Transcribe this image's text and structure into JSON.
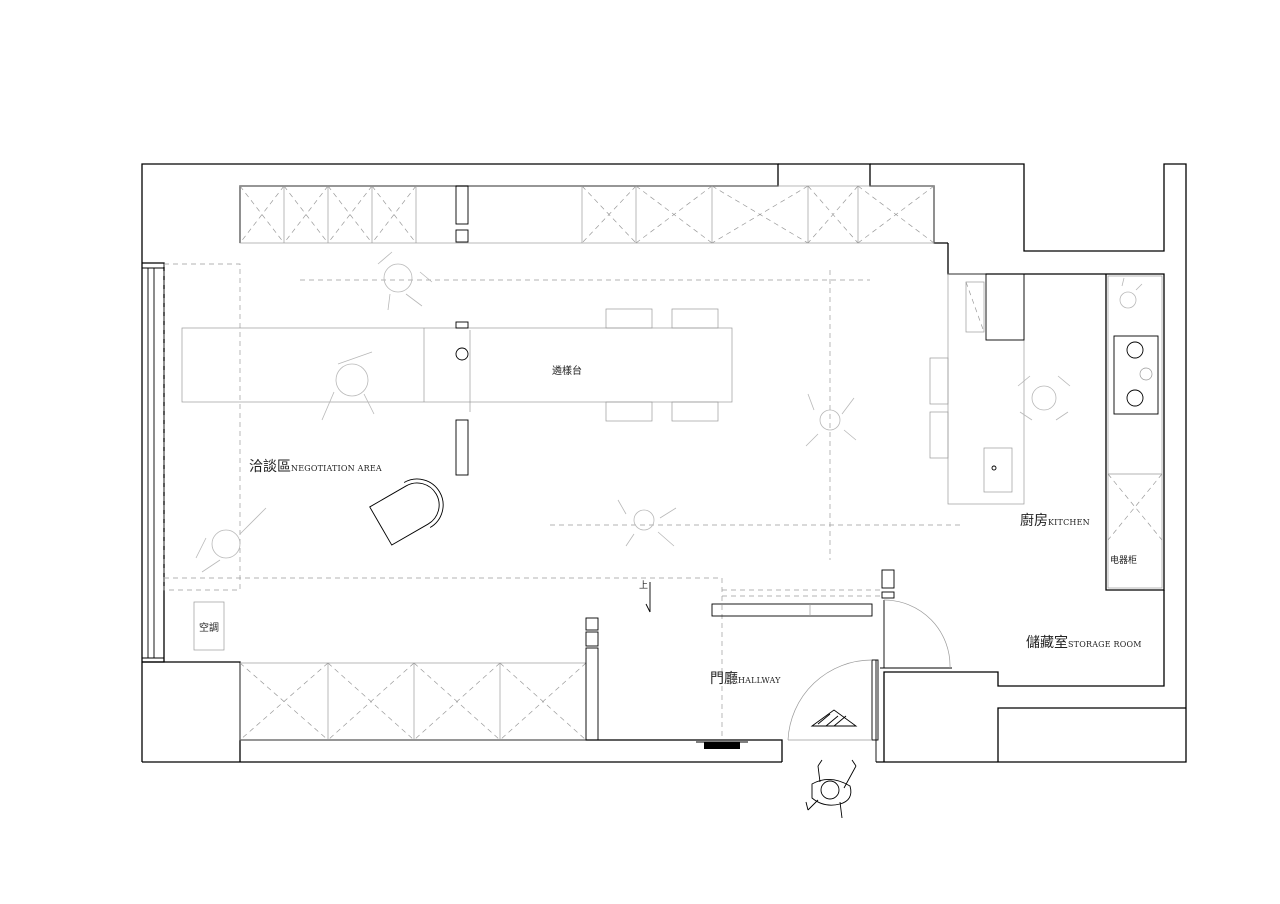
{
  "rooms": {
    "negotiation": {
      "zh": "洽談區",
      "en": "NEGOTIATION AREA"
    },
    "kitchen": {
      "zh": "廚房",
      "en": "KITCHEN"
    },
    "storage": {
      "zh": "儲藏室",
      "en": "STORAGE ROOM"
    },
    "hallway": {
      "zh": "門廳",
      "en": "HALLWAY"
    }
  },
  "fixtures": {
    "counter": "遴樣台",
    "aircon": "空調",
    "appliance_cabinet": "电器柜",
    "up_marker": "上"
  },
  "colors": {
    "line": "#000000",
    "secondary": "#9a9a9a",
    "background": "#ffffff"
  }
}
